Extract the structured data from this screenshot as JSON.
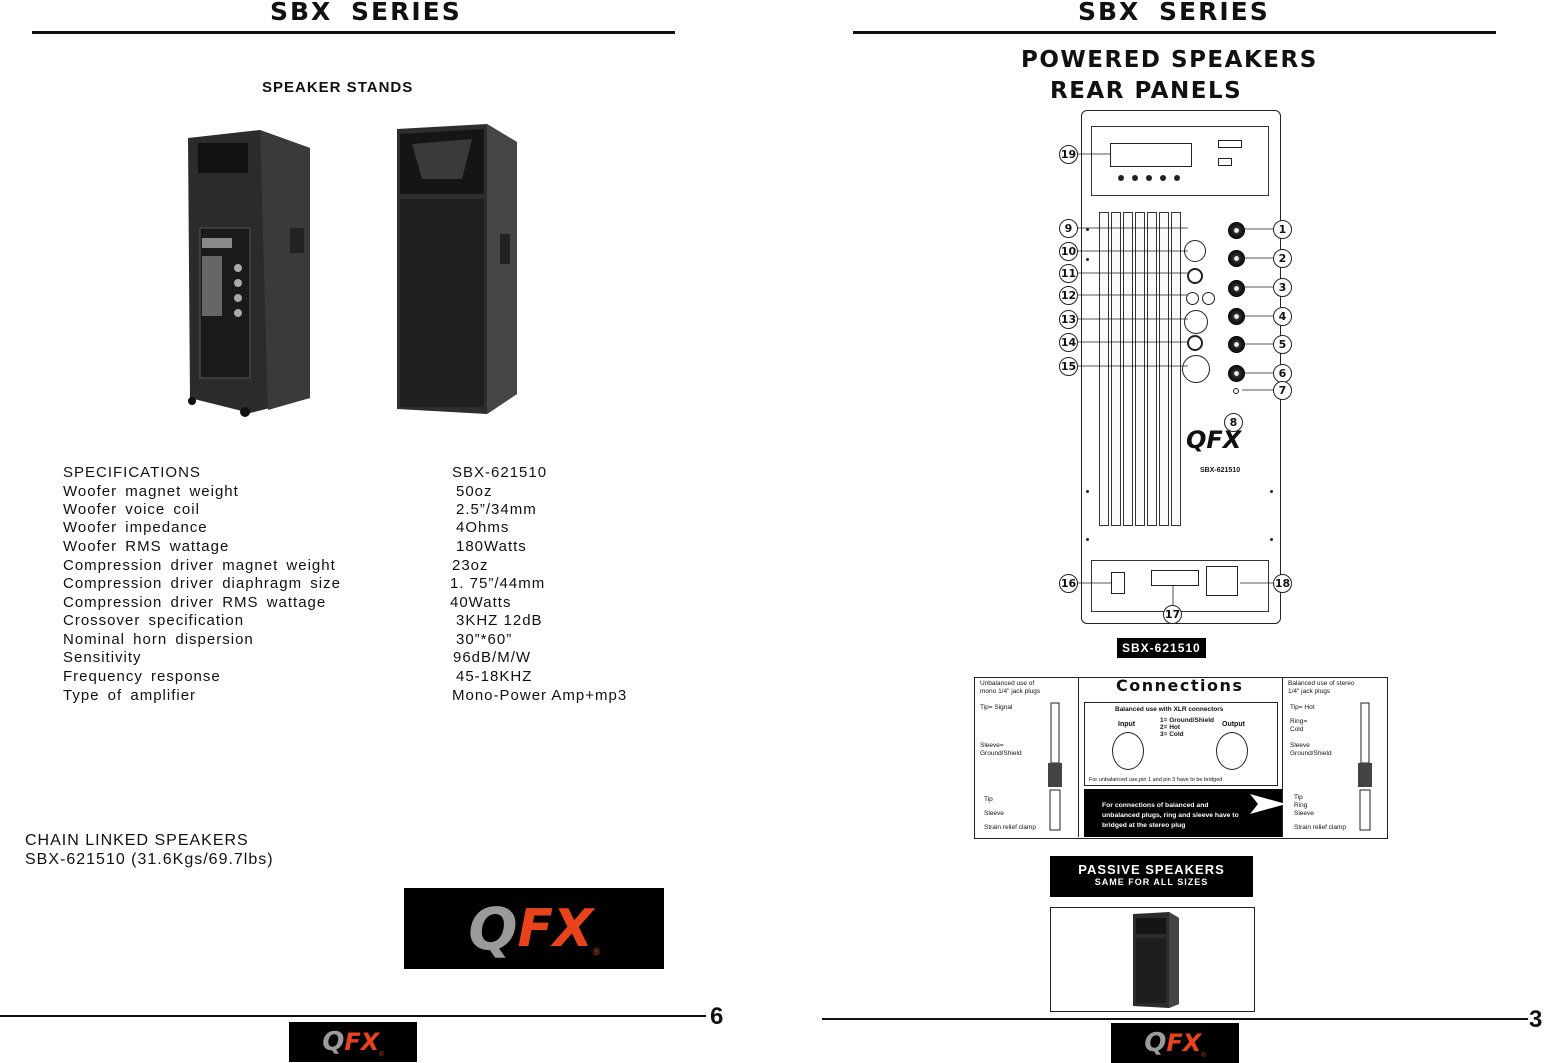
{
  "left_page": {
    "header": "SBX SERIES",
    "section_title": "SPEAKER STANDS",
    "specs_heading": "SPECIFICATIONS",
    "model": "SBX-621510",
    "specs": [
      {
        "label": "Woofer magnet weight",
        "value": "50oz"
      },
      {
        "label": "Woofer voice coil",
        "value": "2.5”/34mm"
      },
      {
        "label": "Woofer impedance",
        "value": "4Ohms"
      },
      {
        "label": "Woofer RMS wattage",
        "value": "180Watts"
      },
      {
        "label": "Compression driver magnet weight",
        "value": "23oz"
      },
      {
        "label": "Compression driver diaphragm size",
        "value": "1. 75”/44mm"
      },
      {
        "label": "Compression driver RMS wattage",
        "value": "40Watts"
      },
      {
        "label": "Crossover specification",
        "value": "3KHZ 12dB"
      },
      {
        "label": "Nominal horn dispersion",
        "value": "30”*60”"
      },
      {
        "label": "Sensitivity",
        "value": "96dB/M/W"
      },
      {
        "label": "Frequency response",
        "value": "45-18KHZ"
      },
      {
        "label": "Type of amplifier",
        "value": "Mono-Power Amp+mp3"
      }
    ],
    "chain_title": "CHAIN LINKED SPEAKERS",
    "chain_model": "SBX-621510 (31.6Kgs/69.7lbs)",
    "page_number": "6"
  },
  "right_page": {
    "header": "SBX SERIES",
    "title_line1": "POWERED SPEAKERS",
    "title_line2": "REAR PANELS",
    "panel_model": "SBX-621510",
    "model_badge": "SBX-621510",
    "callouts": [
      "19",
      "9",
      "10",
      "11",
      "12",
      "13",
      "14",
      "15",
      "1",
      "2",
      "3",
      "4",
      "5",
      "6",
      "7",
      "8",
      "16",
      "17",
      "18"
    ],
    "connections": {
      "title": "Connections",
      "balanced_title": "Balanced use with XLR connectors",
      "input": "Input",
      "output": "Output",
      "pins": [
        "1= Ground/Shield",
        "2= Hot",
        "3= Cold"
      ],
      "note": "For unbalanced use,pin 1 and pin 3 have to be bridged",
      "left_title": "Unbalanced use of mono 1/4\" jack plugs",
      "left_tip": "Tip= Signal",
      "left_sleeve": "Sleeve= Ground/Shield",
      "left_tip2": "Tip",
      "left_sleeve2": "Sleeve",
      "left_clamp": "Strain relief clamp",
      "right_title": "Balanced use of stereo 1/4\" jack plugs",
      "right_tip": "Tip= Hot",
      "right_ring": "Ring= Cold",
      "right_sleeve": "Sleeve Ground/Shield",
      "right_tip2": "Tip",
      "right_ring2": "Ring",
      "right_sleeve2": "Sleeve",
      "right_clamp": "Strain relief clamp",
      "bridge_note": "For connections of balanced and unbalanced plugs, ring and sleeve have to bridged at the stereo plug"
    },
    "passive_title": "PASSIVE SPEAKERS",
    "passive_subtitle": "SAME FOR ALL SIZES",
    "page_number": "3"
  },
  "logo": {
    "q": "Q",
    "fx": "FX",
    "reg": "®"
  },
  "colors": {
    "logo_orange": "#e8431a",
    "logo_grey": "#9a9a9a"
  }
}
